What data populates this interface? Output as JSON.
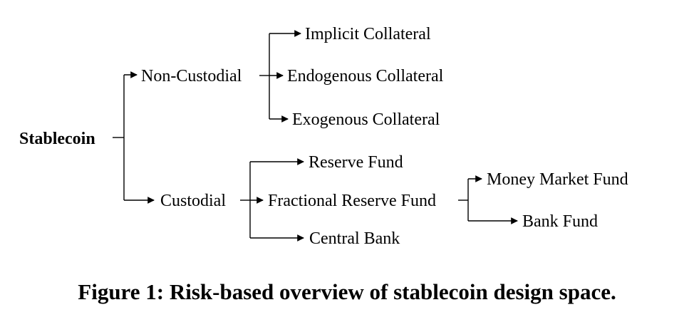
{
  "diagram": {
    "root": "Stablecoin",
    "level1": [
      "Non-Custodial",
      "Custodial"
    ],
    "non_custodial_children": [
      "Implicit Collateral",
      "Endogenous Collateral",
      "Exogenous Collateral"
    ],
    "custodial_children": [
      "Reserve Fund",
      "Fractional Reserve Fund",
      "Central Bank"
    ],
    "fractional_children": [
      "Money Market Fund",
      "Bank Fund"
    ]
  },
  "caption": "Figure 1: Risk-based overview of stablecoin design space."
}
